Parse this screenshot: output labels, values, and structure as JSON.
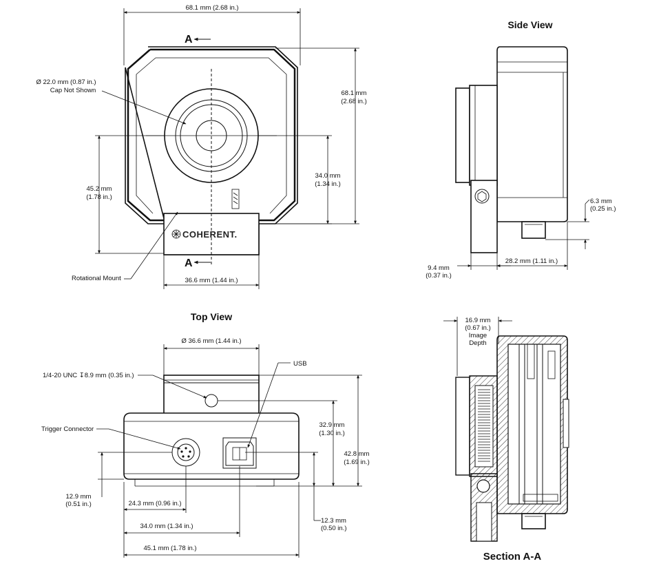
{
  "colors": {
    "line": "#111111",
    "background": "#ffffff",
    "hatch": "#333333"
  },
  "front_view": {
    "section_marker_top": "A",
    "section_marker_bottom": "A",
    "width_top": "68.1 mm (2.68 in.)",
    "aperture_dia_line1": "Ø 22.0 mm (0.87 in.)",
    "aperture_dia_line2": "Cap Not Shown",
    "height_right_line1": "68.1 mm",
    "height_right_line2": "(2.68 in.)",
    "center_height_line1": "34.0 mm",
    "center_height_line2": "(1.34 in.)",
    "left_height_line1": "45.2 mm",
    "left_height_line2": "(1.78 in.)",
    "mount_label": "Rotational Mount",
    "mount_width": "36.6 mm (1.44 in.)",
    "logo_text": "COHERENT."
  },
  "side_view": {
    "title": "Side View",
    "connector_line1": "6.3 mm",
    "connector_line2": "(0.25 in.)",
    "depth_left_line1": "9.4 mm",
    "depth_left_line2": "(0.37 in.)",
    "depth_body": "28.2 mm (1.11 in.)"
  },
  "top_view": {
    "title": "Top View",
    "mount_dia": "Ø 36.6 mm (1.44 in.)",
    "thread_label": "1/4-20 UNC ↧8.9 mm (0.35 in.)",
    "usb_label": "USB",
    "trigger_label": "Trigger Connector",
    "height_329_line1": "32.9 mm",
    "height_329_line2": "(1.30 in.)",
    "height_428_line1": "42.8 mm",
    "height_428_line2": "(1.69 in.)",
    "trigger_height_line1": "12.9 mm",
    "trigger_height_line2": "(0.51 in.)",
    "trigger_x": "24.3 mm (0.96 in.)",
    "usb_x": "34.0 mm (1.34 in.)",
    "total_width": "45.1 mm (1.78 in.)",
    "usb_height_line1": "12.3 mm",
    "usb_height_line2": "(0.50 in.)"
  },
  "section_view": {
    "title": "Section A-A",
    "image_depth_line1": "16.9 mm",
    "image_depth_line2": "(0.67 in.)",
    "image_depth_line3": "Image",
    "image_depth_line4": "Depth"
  }
}
